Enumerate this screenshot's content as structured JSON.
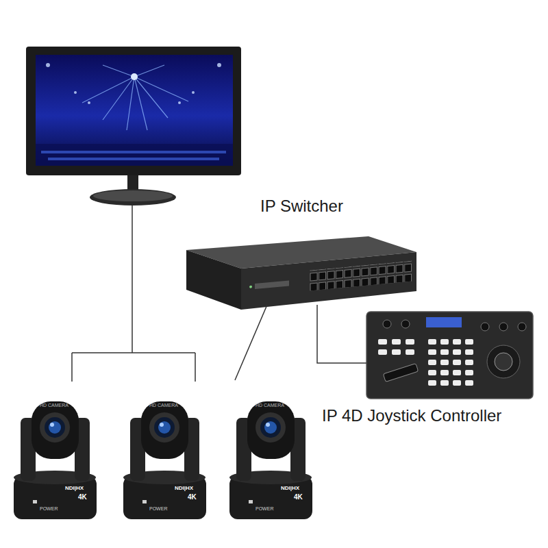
{
  "diagram": {
    "nodes": [
      {
        "text": [
          "IP Switcher"
        ]
      },
      {
        "text": [
          "IP 4D Joystick Controller"
        ]
      },
      {
        "text": [
          "HD CAMERA",
          "NDI|HX",
          "4K",
          "POWER"
        ]
      },
      {
        "text": [
          "HD CAMERA",
          "NDI|HX",
          "4K",
          "POWER"
        ]
      },
      {
        "text": [
          "HD CAMERA",
          "NDI|HX",
          "4K",
          "POWER"
        ]
      }
    ],
    "edges": [
      {
        "from": 0,
        "to": 4,
        "arrow": "none"
      },
      {
        "from": 0,
        "to": 1,
        "arrow": "none"
      }
    ]
  }
}
